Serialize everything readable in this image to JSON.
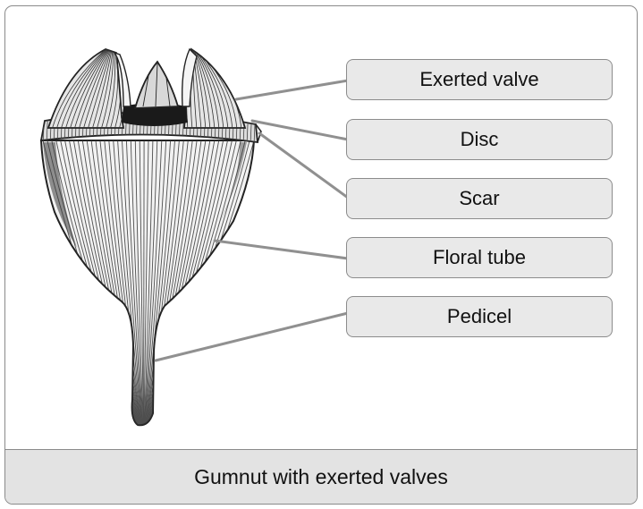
{
  "labels": {
    "exerted_valve": "Exerted valve",
    "disc": "Disc",
    "scar": "Scar",
    "floral_tube": "Floral tube",
    "pedicel": "Pedicel"
  },
  "caption": "Gumnut with exerted valves",
  "colors": {
    "frame_border": "#8a8a8a",
    "label_fill": "#e9e9e9",
    "caption_fill": "#e3e3e3",
    "leader_line": "#909090",
    "ink": "#222222"
  }
}
